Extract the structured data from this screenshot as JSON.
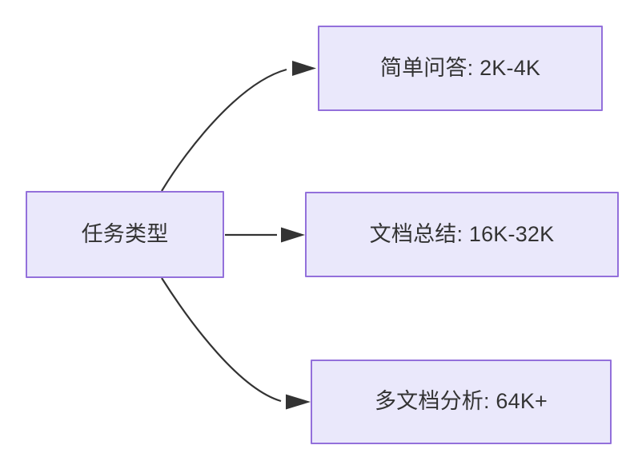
{
  "diagram": {
    "type": "flowchart",
    "direction": "left-to-right",
    "background_color": "#ffffff",
    "node_fill_color": "#EAE8FB",
    "node_border_color": "#9370DB",
    "node_text_color": "#333333",
    "edge_color": "#333333",
    "source": {
      "id": "task-type",
      "label": "任务类型"
    },
    "targets": [
      {
        "id": "simple-qa",
        "label": "简单问答: 2K-4K",
        "category": "简单问答",
        "range": "2K-4K"
      },
      {
        "id": "doc-summary",
        "label": "文档总结: 16K-32K",
        "category": "文档总结",
        "range": "16K-32K"
      },
      {
        "id": "multi-doc-analysis",
        "label": "多文档分析: 64K+",
        "category": "多文档分析",
        "range": "64K+"
      }
    ],
    "edges": [
      {
        "from": "task-type",
        "to": "simple-qa",
        "style": "curved",
        "label": ""
      },
      {
        "from": "task-type",
        "to": "doc-summary",
        "style": "straight",
        "label": ""
      },
      {
        "from": "task-type",
        "to": "multi-doc-analysis",
        "style": "curved",
        "label": ""
      }
    ]
  }
}
